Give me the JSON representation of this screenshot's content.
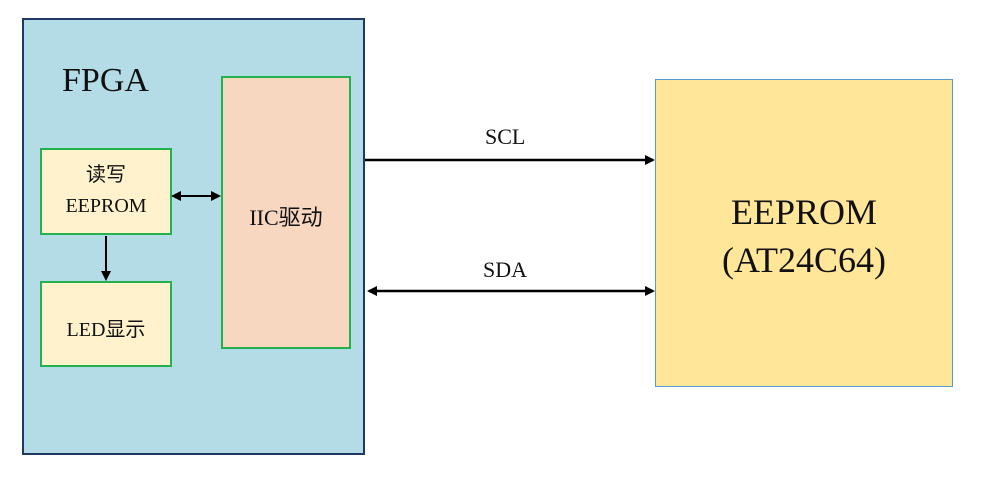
{
  "fpga": {
    "label": "FPGA"
  },
  "iic_driver": {
    "label": "IIC驱动"
  },
  "read_write": {
    "line1": "读写",
    "line2": "EEPROM"
  },
  "led_display": {
    "label": "LED显示"
  },
  "eeprom": {
    "line1": "EEPROM",
    "line2": "(AT24C64)"
  },
  "signals": {
    "scl": "SCL",
    "sda": "SDA"
  }
}
